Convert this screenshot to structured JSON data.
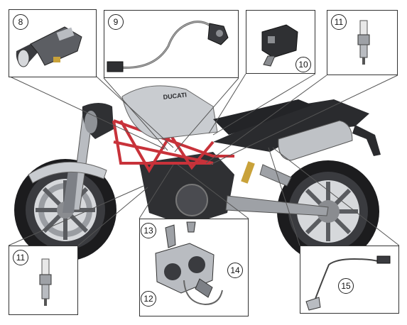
{
  "title": "",
  "brand_text": "DUCATI",
  "colors": {
    "frame": "#c8323a",
    "tank": "#c9ccd0",
    "body_dark": "#2a2b2e",
    "outline": "#333333",
    "callout_border": "#222222",
    "leader_line": "#555555"
  },
  "callouts": [
    {
      "id": "8",
      "label": "8",
      "part": "sensor-8"
    },
    {
      "id": "9",
      "label": "9",
      "part": "sensor-9"
    },
    {
      "id": "10",
      "label": "10",
      "part": "ignition-coil"
    },
    {
      "id": "11a",
      "label": "11",
      "part": "spark-plug-rear"
    },
    {
      "id": "11b",
      "label": "11",
      "part": "spark-plug-front"
    },
    {
      "id": "12",
      "label": "12",
      "part": "throttle-body"
    },
    {
      "id": "13",
      "label": "13",
      "part": "injector-sensor"
    },
    {
      "id": "14",
      "label": "14",
      "part": "actuator"
    },
    {
      "id": "15",
      "label": "15",
      "part": "lambda-probe"
    }
  ]
}
